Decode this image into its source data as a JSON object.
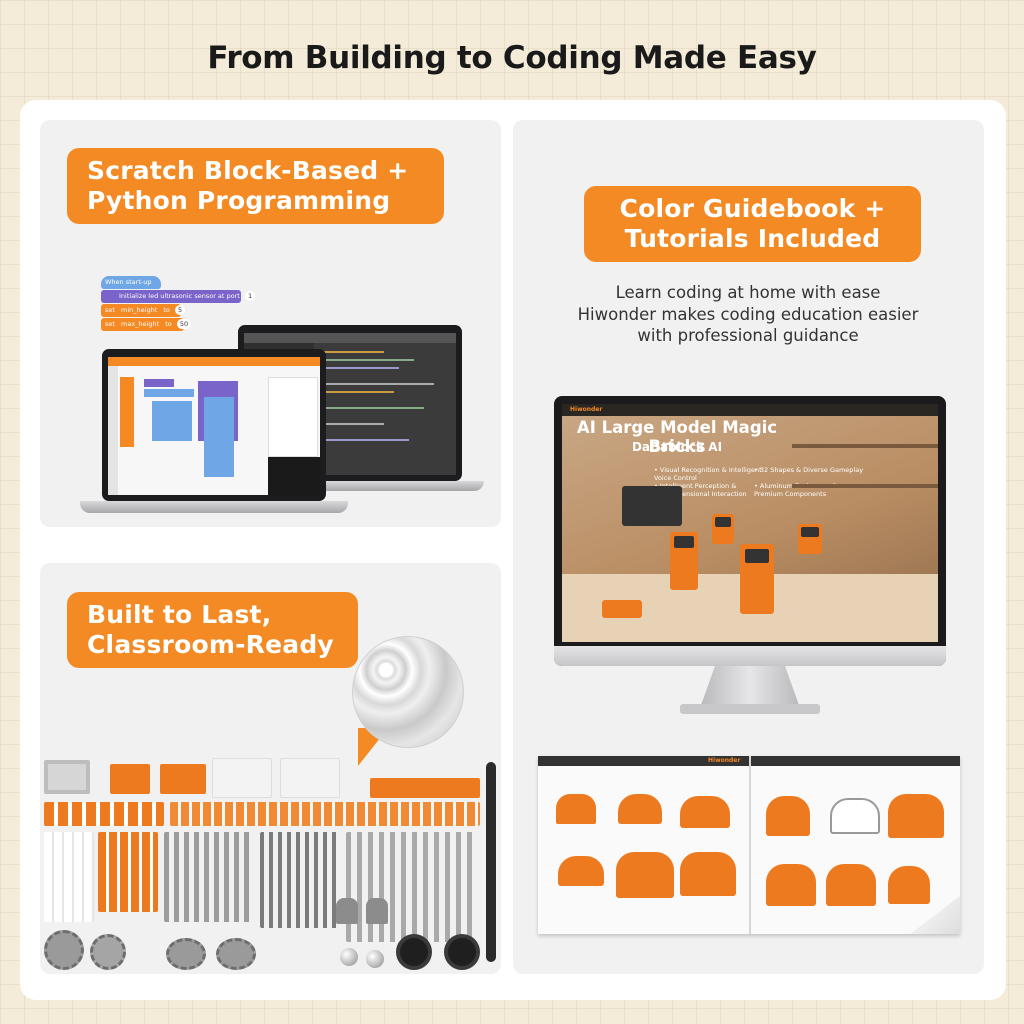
{
  "page_title": "From Building to Coding Made Easy",
  "panels": {
    "programming": {
      "badge_lines": [
        "Scratch Block-Based +",
        "Python Programming"
      ],
      "scratch": {
        "hat": "When start-up",
        "init": "Initialize led ultrasonic sensor at port",
        "init_port": "1",
        "set_min_label": "set",
        "set_min_var": "min_height",
        "set_min_to": "to",
        "set_min_value": "5",
        "set_max_label": "set",
        "set_max_var": "max_height",
        "set_max_to": "to",
        "set_max_value": "50"
      }
    },
    "guidebook": {
      "badge_lines": [
        "Color Guidebook +",
        "Tutorials Included"
      ],
      "description_lines": [
        "Learn coding at home with ease",
        "Hiwonder makes coding education easier",
        "with professional guidance"
      ],
      "website": {
        "brand": "Hiwonder",
        "headline": "AI Large Model Magic Bricks",
        "subheadline": "DaDablock AI",
        "features_left": [
          "• Visual Recognition & Intelligent",
          "  Voice Control",
          "• Intelligent Perception &",
          "  Multidimensional Interaction"
        ],
        "features_right": [
          "• 32 Shapes & Diverse Gameplay",
          "",
          "• Aluminum Enclosures &",
          "  Premium Components"
        ]
      },
      "booklet": {
        "brand": "Hiwonder"
      }
    },
    "durability": {
      "badge_lines": [
        "Built to Last,",
        "Classroom-Ready"
      ]
    }
  },
  "colors": {
    "accent": "#f48a24",
    "background": "#f4ecd9",
    "card": "#f1f1f2"
  }
}
